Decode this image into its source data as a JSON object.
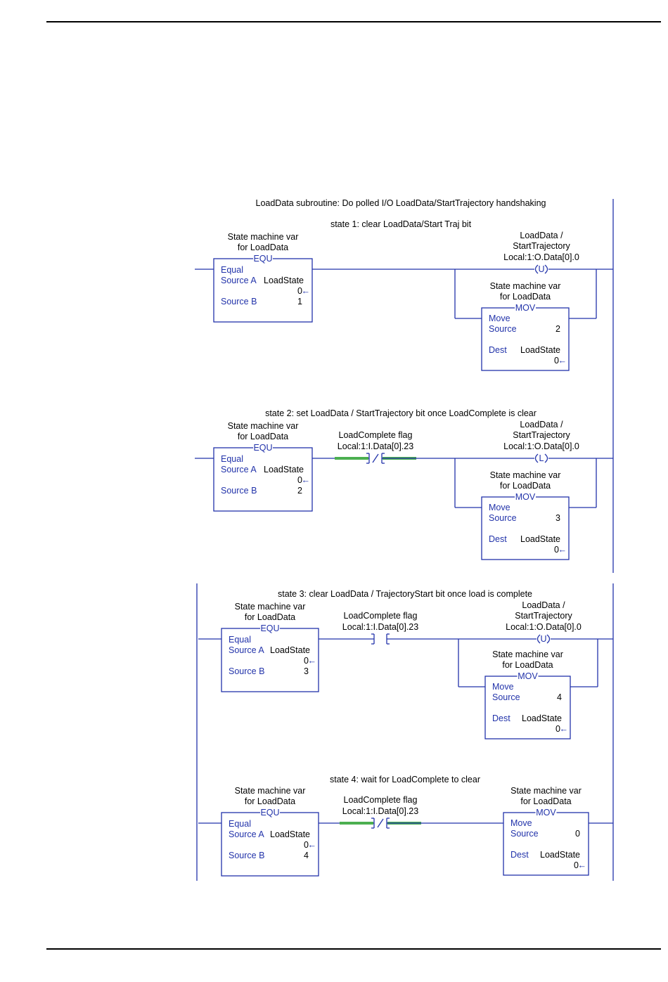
{
  "subroutine_title": "LoadData subroutine: Do polled I/O LoadData/StartTrajectory handshaking",
  "colors": {
    "wire": "#2233aa",
    "energized": "#4caf50",
    "text": "#000000"
  },
  "rungs": [
    {
      "comment": "state 1: clear LoadData/Start Traj bit",
      "equ": {
        "desc1": "State machine var",
        "desc2": "for LoadData",
        "mnemonic": "EQU",
        "name": "Equal",
        "srcA_label": "Source A",
        "srcA_tag": "LoadState",
        "srcA_value": "0",
        "srcB_label": "Source B",
        "srcB_value": "1"
      },
      "coil": {
        "name1": "LoadData /",
        "name2": "StartTrajectory",
        "tag": "Local:1:O.Data[0].0",
        "symbol": "U"
      },
      "mov": {
        "desc1": "State machine var",
        "desc2": "for LoadData",
        "mnemonic": "MOV",
        "name": "Move",
        "src_label": "Source",
        "src_value": "2",
        "dest_label": "Dest",
        "dest_tag": "LoadState",
        "dest_value": "0"
      }
    },
    {
      "comment": "state 2: set LoadData / StartTrajectory bit once LoadComplete is clear",
      "equ": {
        "desc1": "State machine var",
        "desc2": "for LoadData",
        "mnemonic": "EQU",
        "name": "Equal",
        "srcA_label": "Source A",
        "srcA_tag": "LoadState",
        "srcA_value": "0",
        "srcB_label": "Source B",
        "srcB_value": "2"
      },
      "contact": {
        "desc": "LoadComplete flag",
        "tag": "Local:1:I.Data[0].23",
        "type": "XIO"
      },
      "coil": {
        "name1": "LoadData /",
        "name2": "StartTrajectory",
        "tag": "Local:1:O.Data[0].0",
        "symbol": "L"
      },
      "mov": {
        "desc1": "State machine var",
        "desc2": "for LoadData",
        "mnemonic": "MOV",
        "name": "Move",
        "src_label": "Source",
        "src_value": "3",
        "dest_label": "Dest",
        "dest_tag": "LoadState",
        "dest_value": "0"
      }
    },
    {
      "comment": "state 3: clear LoadData / TrajectoryStart bit once load is complete",
      "equ": {
        "desc1": "State machine var",
        "desc2": "for LoadData",
        "mnemonic": "EQU",
        "name": "Equal",
        "srcA_label": "Source A",
        "srcA_tag": "LoadState",
        "srcA_value": "0",
        "srcB_label": "Source B",
        "srcB_value": "3"
      },
      "contact": {
        "desc": "LoadComplete flag",
        "tag": "Local:1:I.Data[0].23",
        "type": "XIC"
      },
      "coil": {
        "name1": "LoadData /",
        "name2": "StartTrajectory",
        "tag": "Local:1:O.Data[0].0",
        "symbol": "U"
      },
      "mov": {
        "desc1": "State machine var",
        "desc2": "for LoadData",
        "mnemonic": "MOV",
        "name": "Move",
        "src_label": "Source",
        "src_value": "4",
        "dest_label": "Dest",
        "dest_tag": "LoadState",
        "dest_value": "0"
      }
    },
    {
      "comment": "state 4: wait for LoadComplete to clear",
      "equ": {
        "desc1": "State machine var",
        "desc2": "for LoadData",
        "mnemonic": "EQU",
        "name": "Equal",
        "srcA_label": "Source A",
        "srcA_tag": "LoadState",
        "srcA_value": "0",
        "srcB_label": "Source B",
        "srcB_value": "4"
      },
      "contact": {
        "desc": "LoadComplete flag",
        "tag": "Local:1:I.Data[0].23",
        "type": "XIO"
      },
      "mov": {
        "desc1": "State machine var",
        "desc2": "for LoadData",
        "mnemonic": "MOV",
        "name": "Move",
        "src_label": "Source",
        "src_value": "0",
        "dest_label": "Dest",
        "dest_tag": "LoadState",
        "dest_value": "0"
      }
    }
  ]
}
